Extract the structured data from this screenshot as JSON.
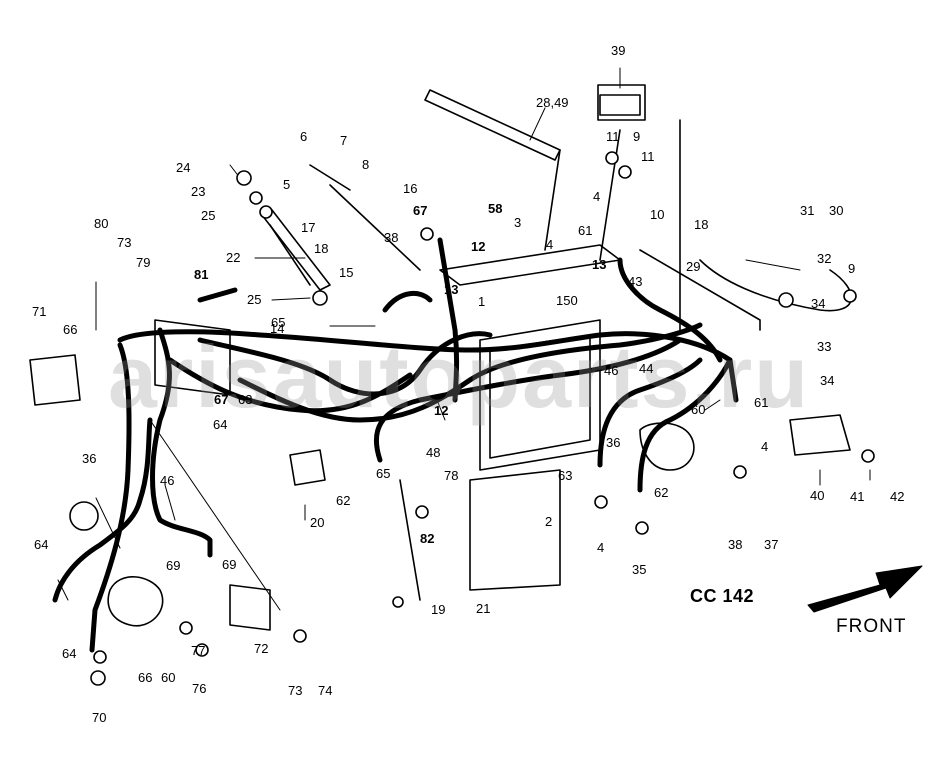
{
  "diagram": {
    "code": "CC 142",
    "front_label": "FRONT",
    "watermark": "arisautoparts.ru",
    "colors": {
      "line": "#000000",
      "background": "#ffffff",
      "watermark": "#969696"
    },
    "part_labels": [
      "39",
      "28,49",
      "11",
      "9",
      "11",
      "4",
      "10",
      "6",
      "7",
      "8",
      "5",
      "24",
      "23",
      "25",
      "22",
      "16",
      "67",
      "58",
      "3",
      "17",
      "18",
      "38",
      "12",
      "4",
      "1",
      "61",
      "13",
      "18",
      "31",
      "30",
      "29",
      "32",
      "9",
      "34",
      "80",
      "73",
      "79",
      "81",
      "25",
      "15",
      "13",
      "150",
      "43",
      "33",
      "34",
      "71",
      "66",
      "65",
      "14",
      "46",
      "44",
      "67",
      "63",
      "64",
      "12",
      "60",
      "61",
      "48",
      "36",
      "4",
      "40",
      "41",
      "42",
      "36",
      "20",
      "65",
      "78",
      "63",
      "62",
      "62",
      "46",
      "82",
      "2",
      "4",
      "35",
      "38",
      "37",
      "64",
      "69",
      "64",
      "69",
      "77",
      "72",
      "60",
      "66",
      "21",
      "19",
      "76",
      "73",
      "74",
      "70"
    ]
  }
}
